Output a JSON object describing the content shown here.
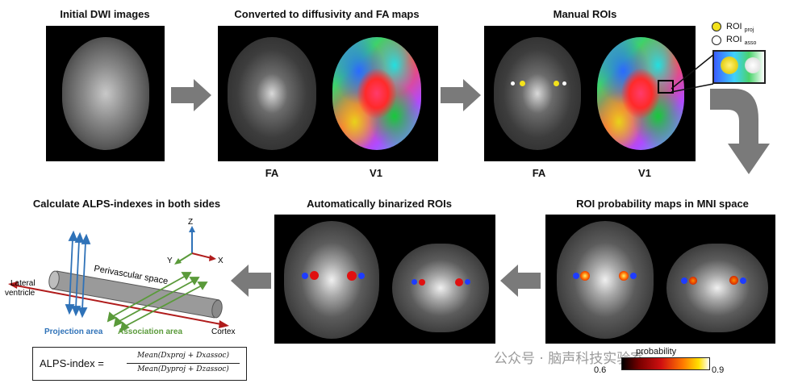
{
  "steps": {
    "initial_dwi": "Initial DWI images",
    "converted": "Converted to diffusivity and FA maps",
    "manual_rois": "Manual ROIs",
    "prob_maps": "ROI probability maps in MNI space",
    "binarized": "Automatically binarized ROIs",
    "calculate": "Calculate ALPS-indexes in both sides"
  },
  "map_labels": {
    "fa": "FA",
    "v1": "V1"
  },
  "legend": {
    "roi": "ROI",
    "proj": "proj",
    "asso": "asso"
  },
  "colors": {
    "proj_roi": "#f3e21b",
    "asso_roi": "#ffffff",
    "arrow": "#7a7a7a",
    "projection": "#2f72b8",
    "association": "#5a9a3a",
    "cortex_line": "#b01c1c"
  },
  "diagram": {
    "perivascular": "Perivascular space",
    "lateral": "Lateral",
    "ventricle": "ventricle",
    "projection_area": "Projection area",
    "association_area": "Association area",
    "cortex": "Cortex",
    "axis_z": "Z",
    "axis_y": "Y",
    "axis_x": "X"
  },
  "formula": {
    "lhs": "ALPS-index =",
    "numerator": "Mean(Dxproj + Dxassoc)",
    "denominator": "Mean(Dyproj + Dzassoc)"
  },
  "colorbar": {
    "title": "probability",
    "min": "0.6",
    "max": "0.9"
  },
  "watermark": "公众号 · 脑声科技实验室"
}
